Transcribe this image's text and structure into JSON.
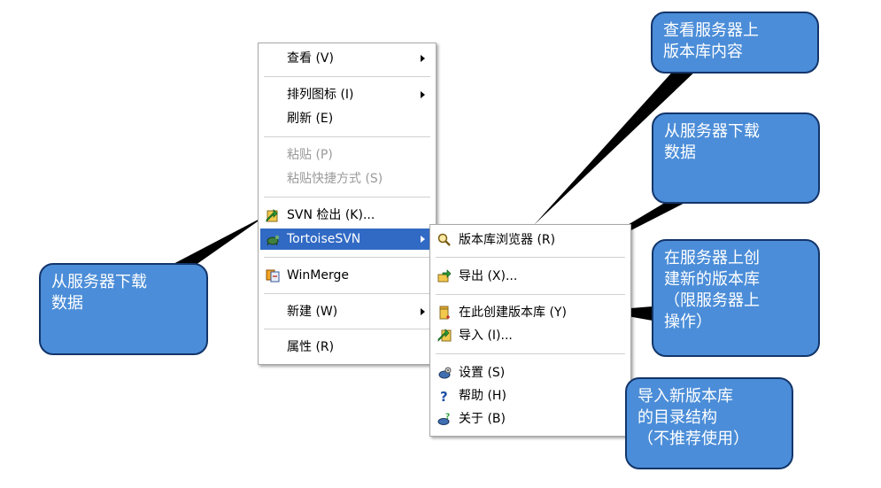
{
  "main_menu": {
    "items": [
      {
        "label": "查看 (V)",
        "has_submenu": true,
        "enabled": true
      },
      {
        "label": "排列图标 (I)",
        "has_submenu": true,
        "enabled": true
      },
      {
        "label": "刷新 (E)",
        "has_submenu": false,
        "enabled": true
      },
      {
        "label": "粘贴 (P)",
        "has_submenu": false,
        "enabled": false
      },
      {
        "label": "粘贴快捷方式 (S)",
        "has_submenu": false,
        "enabled": false
      },
      {
        "label": "SVN 检出 (K)...",
        "icon": "svn-checkout-icon",
        "enabled": true
      },
      {
        "label": "TortoiseSVN",
        "icon": "tortoisesvn-icon",
        "has_submenu": true,
        "selected": true
      },
      {
        "label": "WinMerge",
        "icon": "winmerge-icon",
        "enabled": true
      },
      {
        "label": "新建 (W)",
        "has_submenu": true,
        "enabled": true
      },
      {
        "label": "属性 (R)",
        "has_submenu": false,
        "enabled": true
      }
    ]
  },
  "submenu": {
    "items": [
      {
        "label": "版本库浏览器 (R)",
        "icon": "repo-browser-icon"
      },
      {
        "label": "导出 (X)...",
        "icon": "export-icon"
      },
      {
        "label": "在此创建版本库 (Y)",
        "icon": "create-repo-icon"
      },
      {
        "label": "导入 (I)...",
        "icon": "import-icon"
      },
      {
        "label": "设置 (S)",
        "icon": "settings-icon"
      },
      {
        "label": "帮助 (H)",
        "icon": "help-icon"
      },
      {
        "label": "关于 (B)",
        "icon": "about-icon"
      }
    ]
  },
  "callouts": {
    "repo_browser": "查看服务器上\n版本库内容",
    "export": "从服务器下载\n数据",
    "checkout": "从服务器下载\n数据",
    "create_repo": "在服务器上创\n建新的版本库\n（限服务器上\n操作）",
    "import": "导入新版本库\n的目录结构\n（不推荐使用）"
  },
  "colors": {
    "callout_fill": "#4b8dd8",
    "callout_border": "#13356a",
    "selection": "#316ac5"
  }
}
